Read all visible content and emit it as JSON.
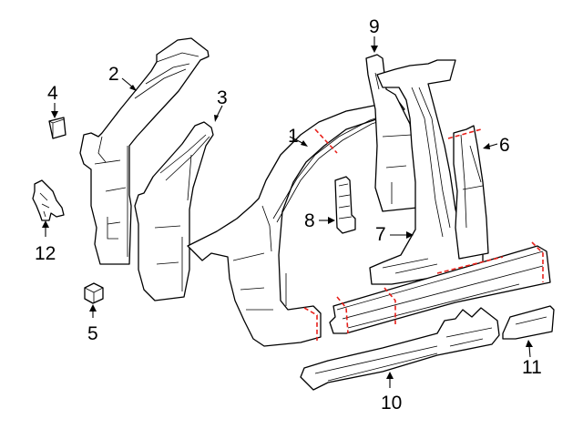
{
  "diagram": {
    "type": "exploded parts diagram",
    "colors": {
      "line": "#000000",
      "cut_line": "#e8201a",
      "background": "#ffffff"
    },
    "callouts": [
      {
        "id": "1",
        "label": "1"
      },
      {
        "id": "2",
        "label": "2"
      },
      {
        "id": "3",
        "label": "3"
      },
      {
        "id": "4",
        "label": "4"
      },
      {
        "id": "5",
        "label": "5"
      },
      {
        "id": "6",
        "label": "6"
      },
      {
        "id": "7",
        "label": "7"
      },
      {
        "id": "8",
        "label": "8"
      },
      {
        "id": "9",
        "label": "9"
      },
      {
        "id": "10",
        "label": "10"
      },
      {
        "id": "11",
        "label": "11"
      },
      {
        "id": "12",
        "label": "12"
      }
    ]
  }
}
